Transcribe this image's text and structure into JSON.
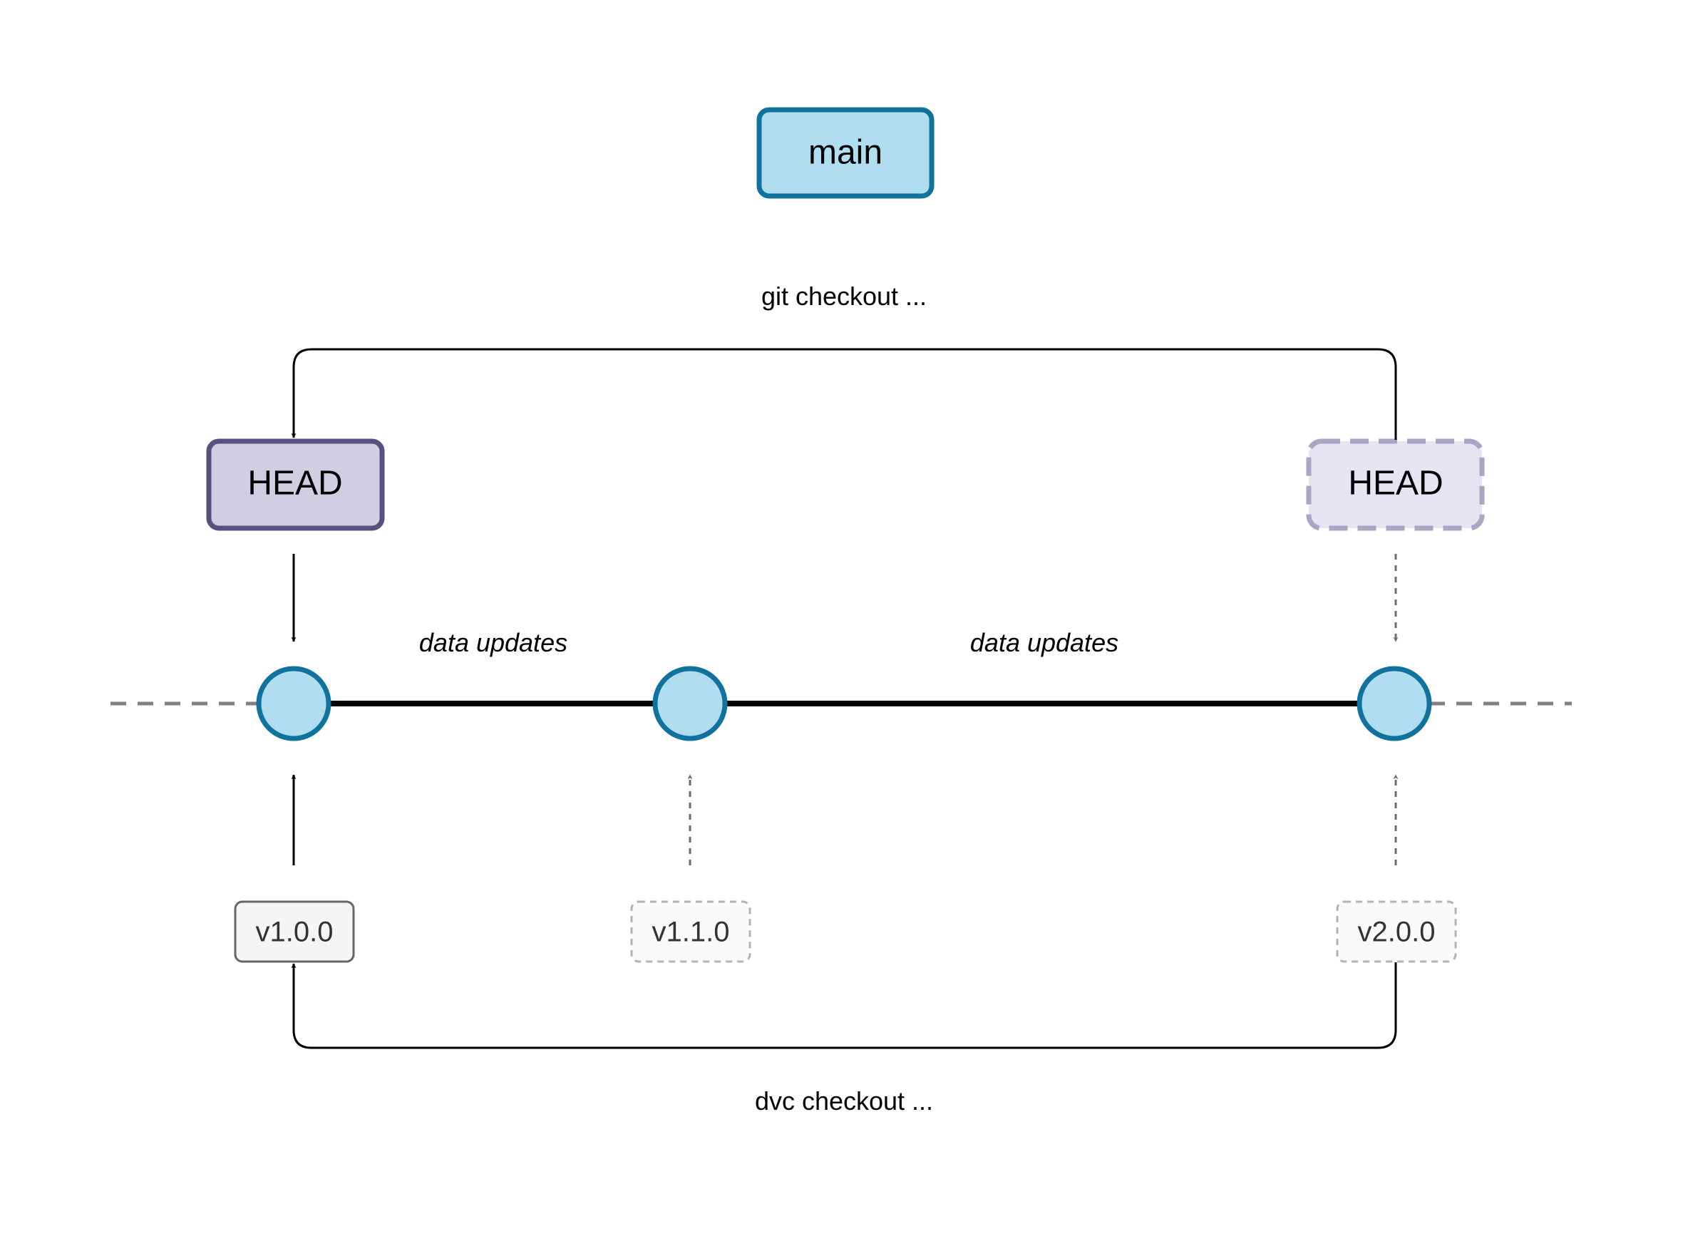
{
  "branch": {
    "label": "main"
  },
  "head_current": {
    "label": "HEAD"
  },
  "head_target": {
    "label": "HEAD"
  },
  "commits": [
    {
      "id": "c1"
    },
    {
      "id": "c2"
    },
    {
      "id": "c3"
    }
  ],
  "segments": [
    {
      "label": "data updates"
    },
    {
      "label": "data updates"
    }
  ],
  "tags": [
    {
      "label": "v1.0.0"
    },
    {
      "label": "v1.1.0"
    },
    {
      "label": "v2.0.0"
    }
  ],
  "edges": {
    "git": "git checkout ...",
    "dvc": "dvc checkout ..."
  },
  "colors": {
    "commit_fill": "#b1ddf0",
    "commit_stroke": "#10739e",
    "head_fill": "#d0cee2",
    "head_stroke": "#56517e",
    "head_target_fill": "#e5e4f0",
    "head_target_stroke": "#a9a5c5",
    "tag_fill": "#f5f5f5",
    "tag_stroke": "#666666",
    "tag_dashed_fill": "#fafafa",
    "tag_dashed_stroke": "#b3b3b3",
    "line": "#000000",
    "dashed_line": "#808080"
  }
}
